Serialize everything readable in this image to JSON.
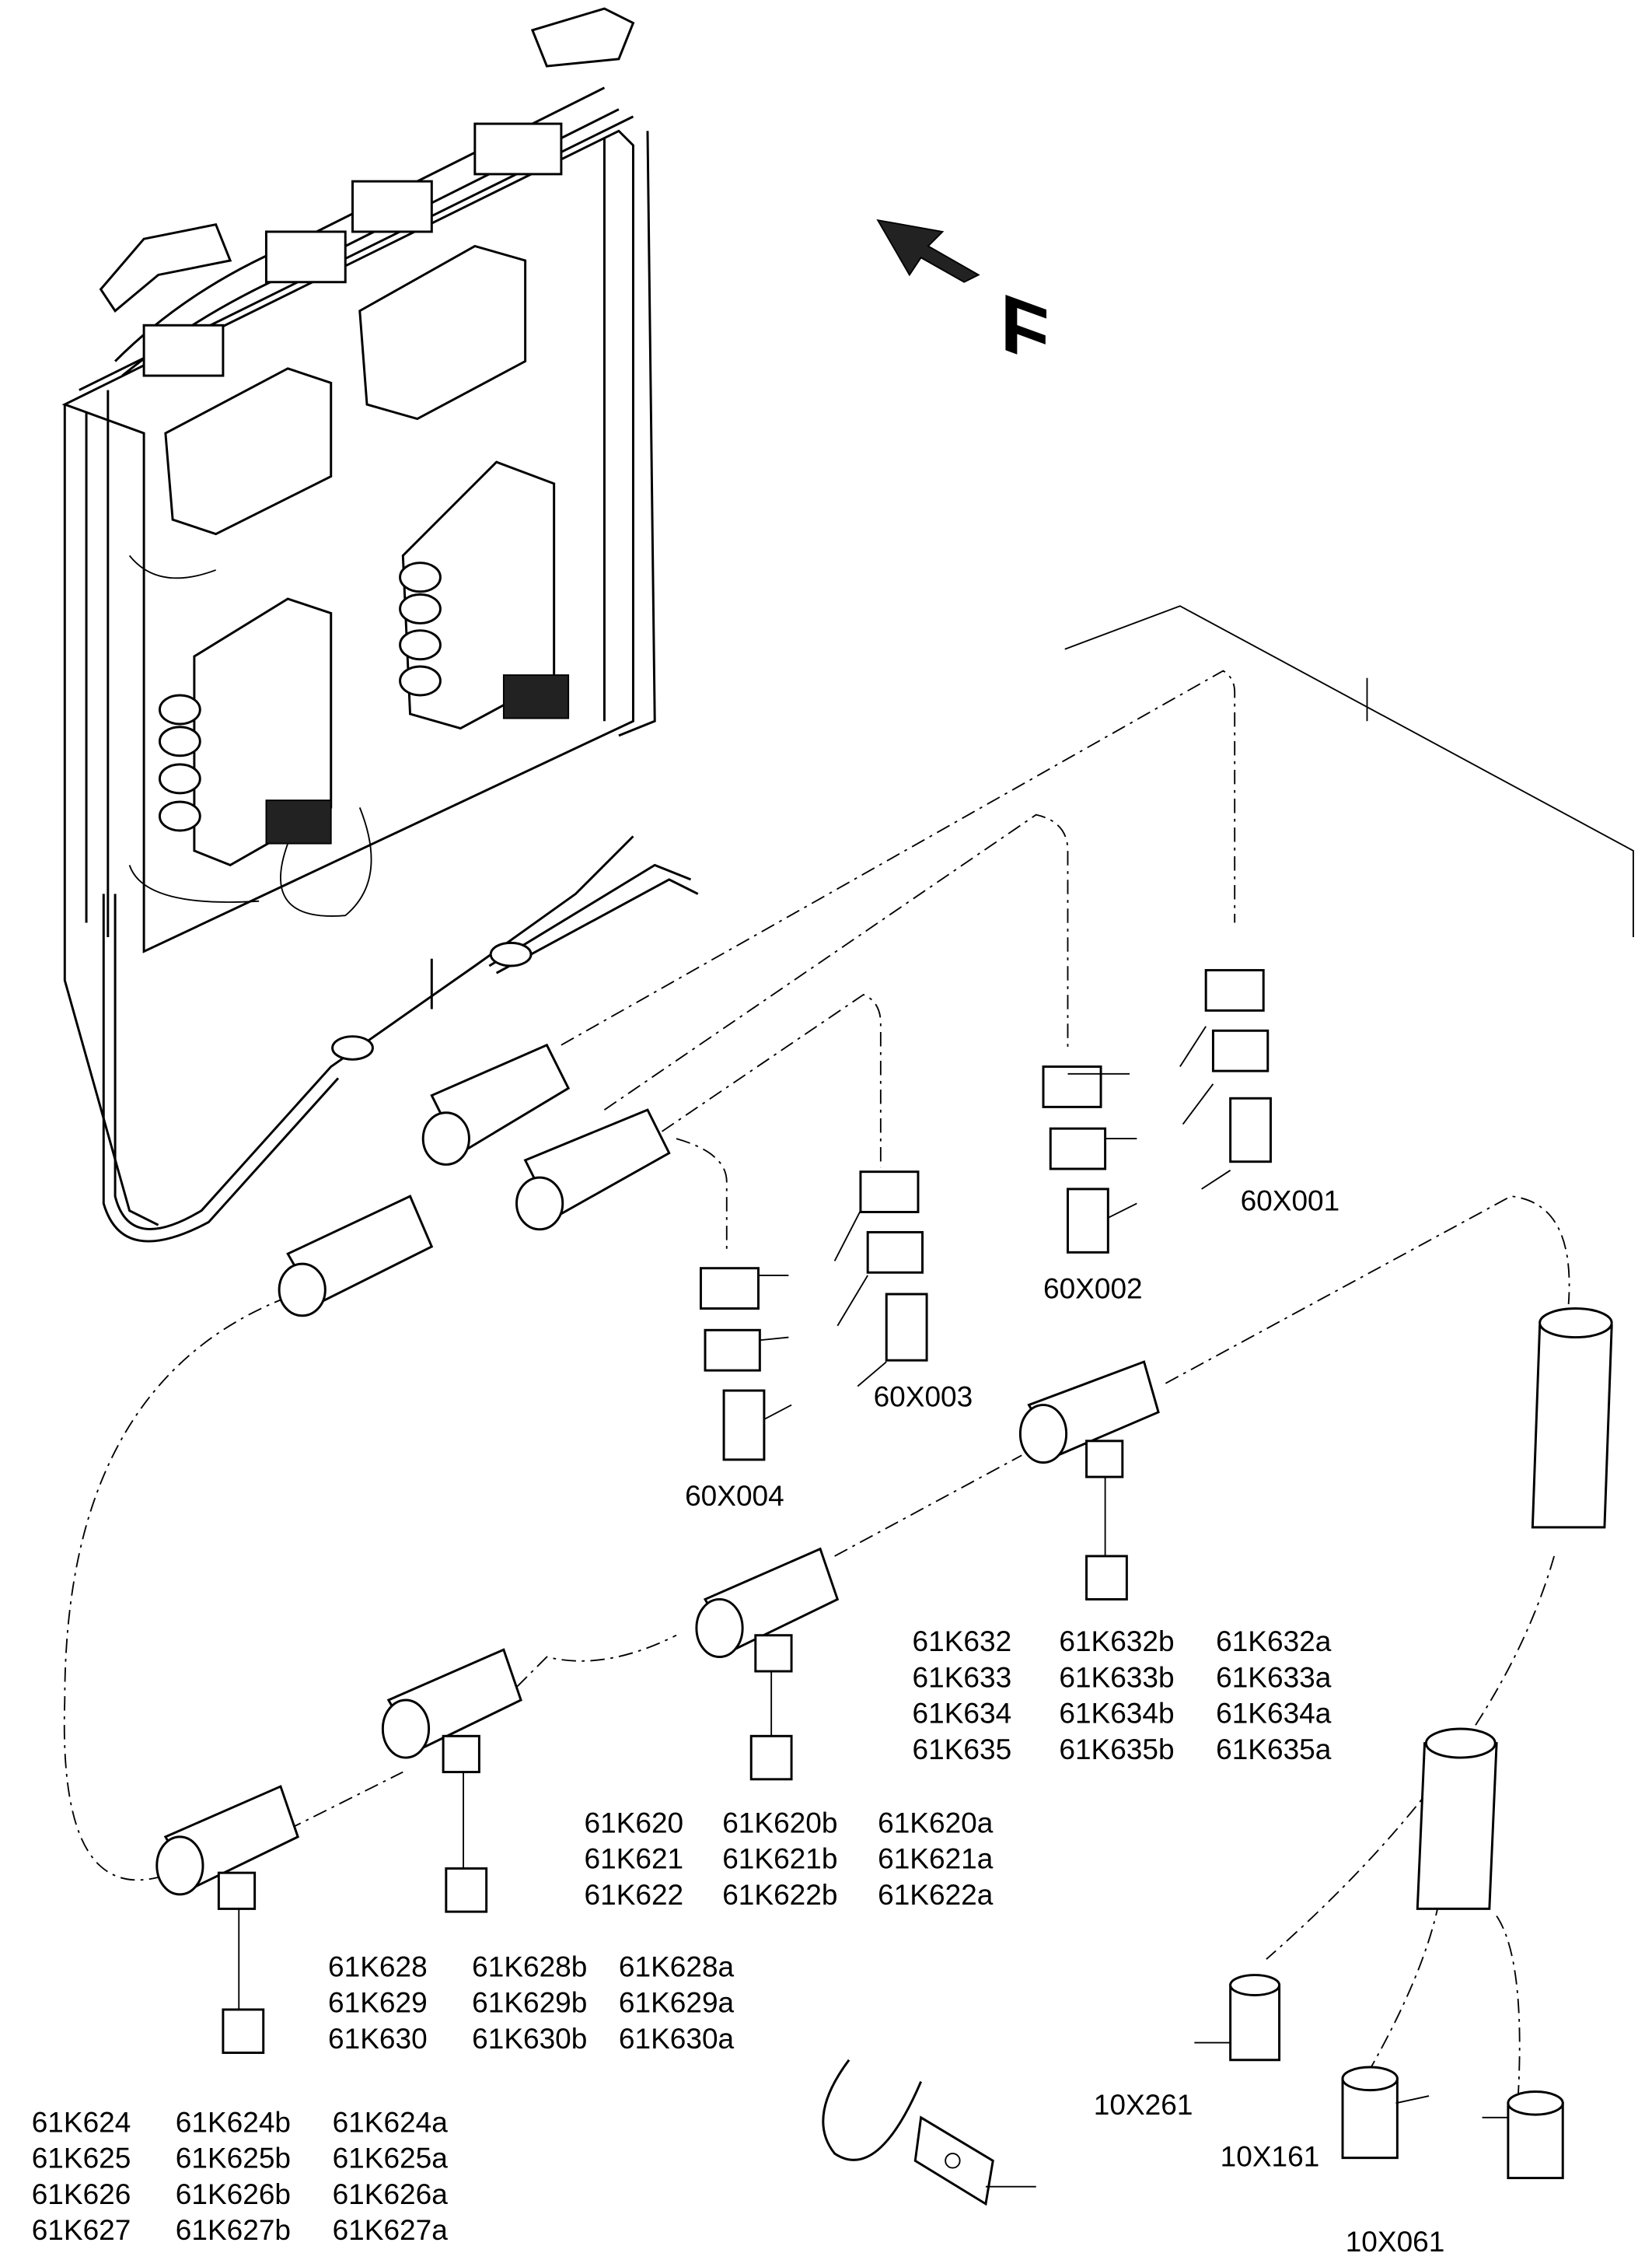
{
  "direction_marker": {
    "letter": "F",
    "icon": "arrow-up-left-icon"
  },
  "connector_labels": {
    "x001": "60X001",
    "x002": "60X002",
    "x003": "60X003",
    "x004": "60X004",
    "x261": "10X261",
    "x161": "10X161",
    "x061": "10X061"
  },
  "sensor_groups": {
    "g632": [
      [
        "61K632",
        "61K632b",
        "61K632a"
      ],
      [
        "61K633",
        "61K633b",
        "61K633a"
      ],
      [
        "61K634",
        "61K634b",
        "61K634a"
      ],
      [
        "61K635",
        "61K635b",
        "61K635a"
      ]
    ],
    "g620": [
      [
        "61K620",
        "61K620b",
        "61K620a"
      ],
      [
        "61K621",
        "61K621b",
        "61K621a"
      ],
      [
        "61K622",
        "61K622b",
        "61K622a"
      ]
    ],
    "g628": [
      [
        "61K628",
        "61K628b",
        "61K628a"
      ],
      [
        "61K629",
        "61K629b",
        "61K629a"
      ],
      [
        "61K630",
        "61K630b",
        "61K630a"
      ]
    ],
    "g624": [
      [
        "61K624",
        "61K624b",
        "61K624a"
      ],
      [
        "61K625",
        "61K625b",
        "61K625a"
      ],
      [
        "61K626",
        "61K626b",
        "61K626a"
      ],
      [
        "61K627",
        "61K627b",
        "61K627a"
      ]
    ]
  }
}
